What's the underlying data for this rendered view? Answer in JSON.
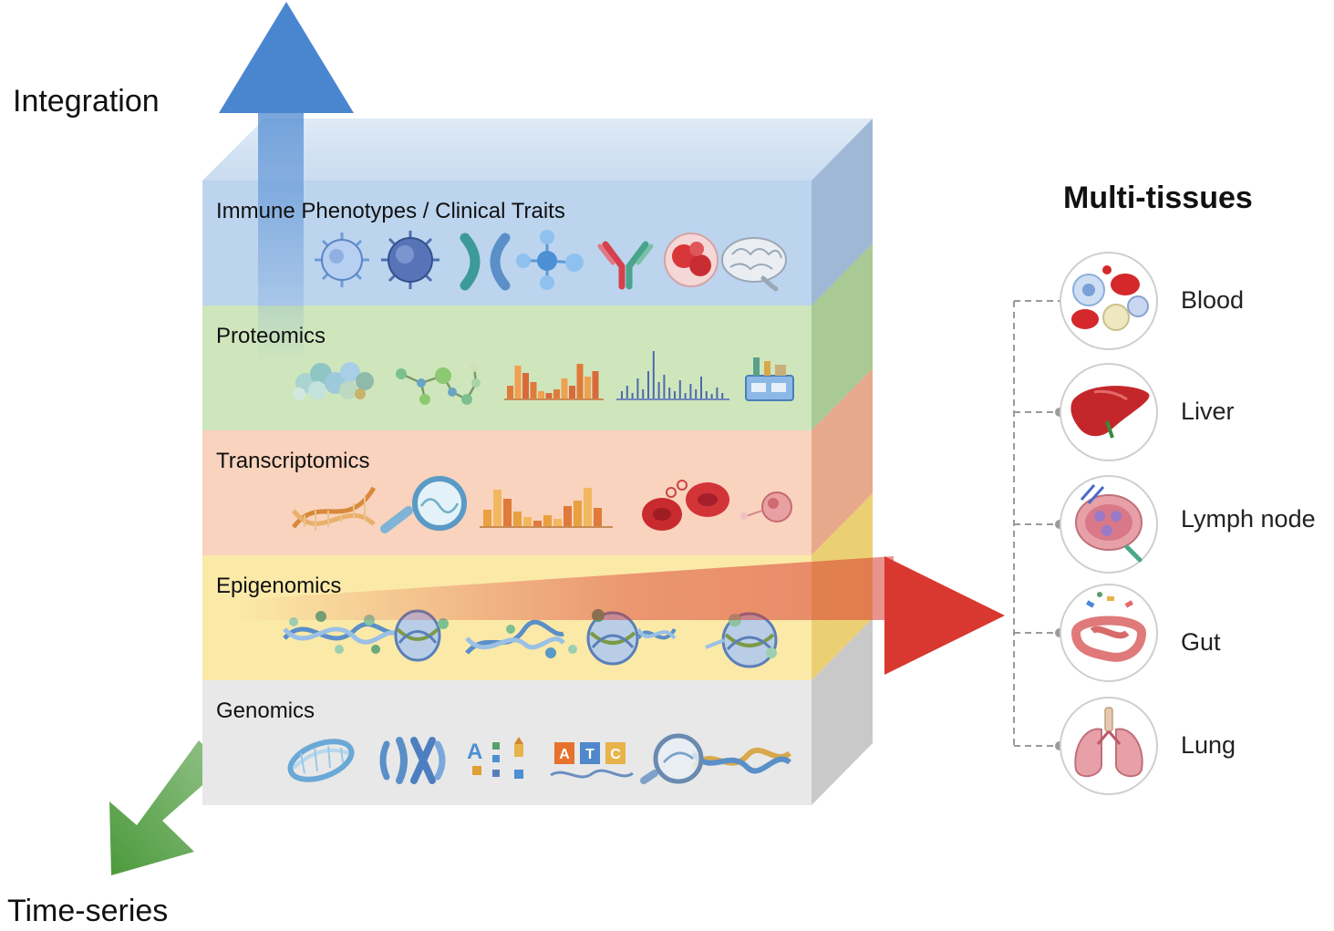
{
  "axes": {
    "integration_label": "Integration",
    "time_series_label": "Time-series",
    "tissue_axis_title": "Multi-tissues"
  },
  "layers": [
    {
      "label": "Immune Phenotypes / Clinical Traits",
      "color": "#bcd4ee",
      "side_color": "#9fb8d6",
      "icons": [
        "virus-icon",
        "virus-icon",
        "chromosome-icon",
        "molecule-icon",
        "antibody-icon",
        "cell-icon",
        "brain-icon"
      ]
    },
    {
      "label": "Proteomics",
      "color": "#cfe6bd",
      "side_color": "#a9c995",
      "icons": [
        "protein-cluster-icon",
        "molecule-chain-icon",
        "bar-chart-icon",
        "mass-spectrum-icon",
        "lab-instrument-icon"
      ]
    },
    {
      "label": "Transcriptomics",
      "color": "#f9d3bd",
      "side_color": "#e7a98b",
      "icons": [
        "dna-helix-icon",
        "magnifier-icon",
        "bar-chart-icon",
        "red-blood-cell-icon",
        "cell-icon"
      ]
    },
    {
      "label": "Epigenomics",
      "color": "#fbe9a8",
      "side_color": "#ebcf73",
      "icons": [
        "chromatin-icon",
        "nucleosome-icon",
        "chromatin-icon",
        "nucleosome-icon",
        "nucleosome-icon"
      ]
    },
    {
      "label": "Genomics",
      "color": "#e8e8e8",
      "side_color": "#c9c9c9",
      "icons": [
        "dna-helix-icon",
        "chromosome-icon",
        "letters-icon",
        "sequence-icon",
        "magnifier-icon"
      ]
    }
  ],
  "sequence_letters": [
    "A",
    "T",
    "C"
  ],
  "tissues": [
    {
      "name": "Blood",
      "icon": "blood-cells-icon"
    },
    {
      "name": "Liver",
      "icon": "liver-icon"
    },
    {
      "name": "Lymph node",
      "icon": "lymph-node-icon"
    },
    {
      "name": "Gut",
      "icon": "gut-icon"
    },
    {
      "name": "Lung",
      "icon": "lung-icon"
    }
  ],
  "colors": {
    "integration_arrow": "#4a86d0",
    "time_series_arrow": "#4c9a3c",
    "tissue_arrow": "#d8382f",
    "connector": "#9a9a9a"
  }
}
